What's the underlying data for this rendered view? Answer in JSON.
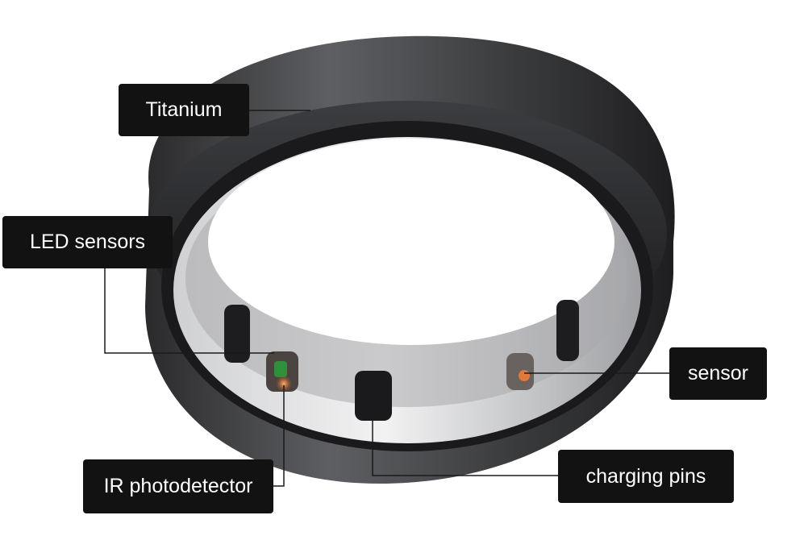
{
  "labels": {
    "titanium": "Titanium",
    "led_sensors": "LED sensors",
    "sensor": "sensor",
    "ir_photodetector": "IR photodetector",
    "charging_pins": "charging pins"
  }
}
